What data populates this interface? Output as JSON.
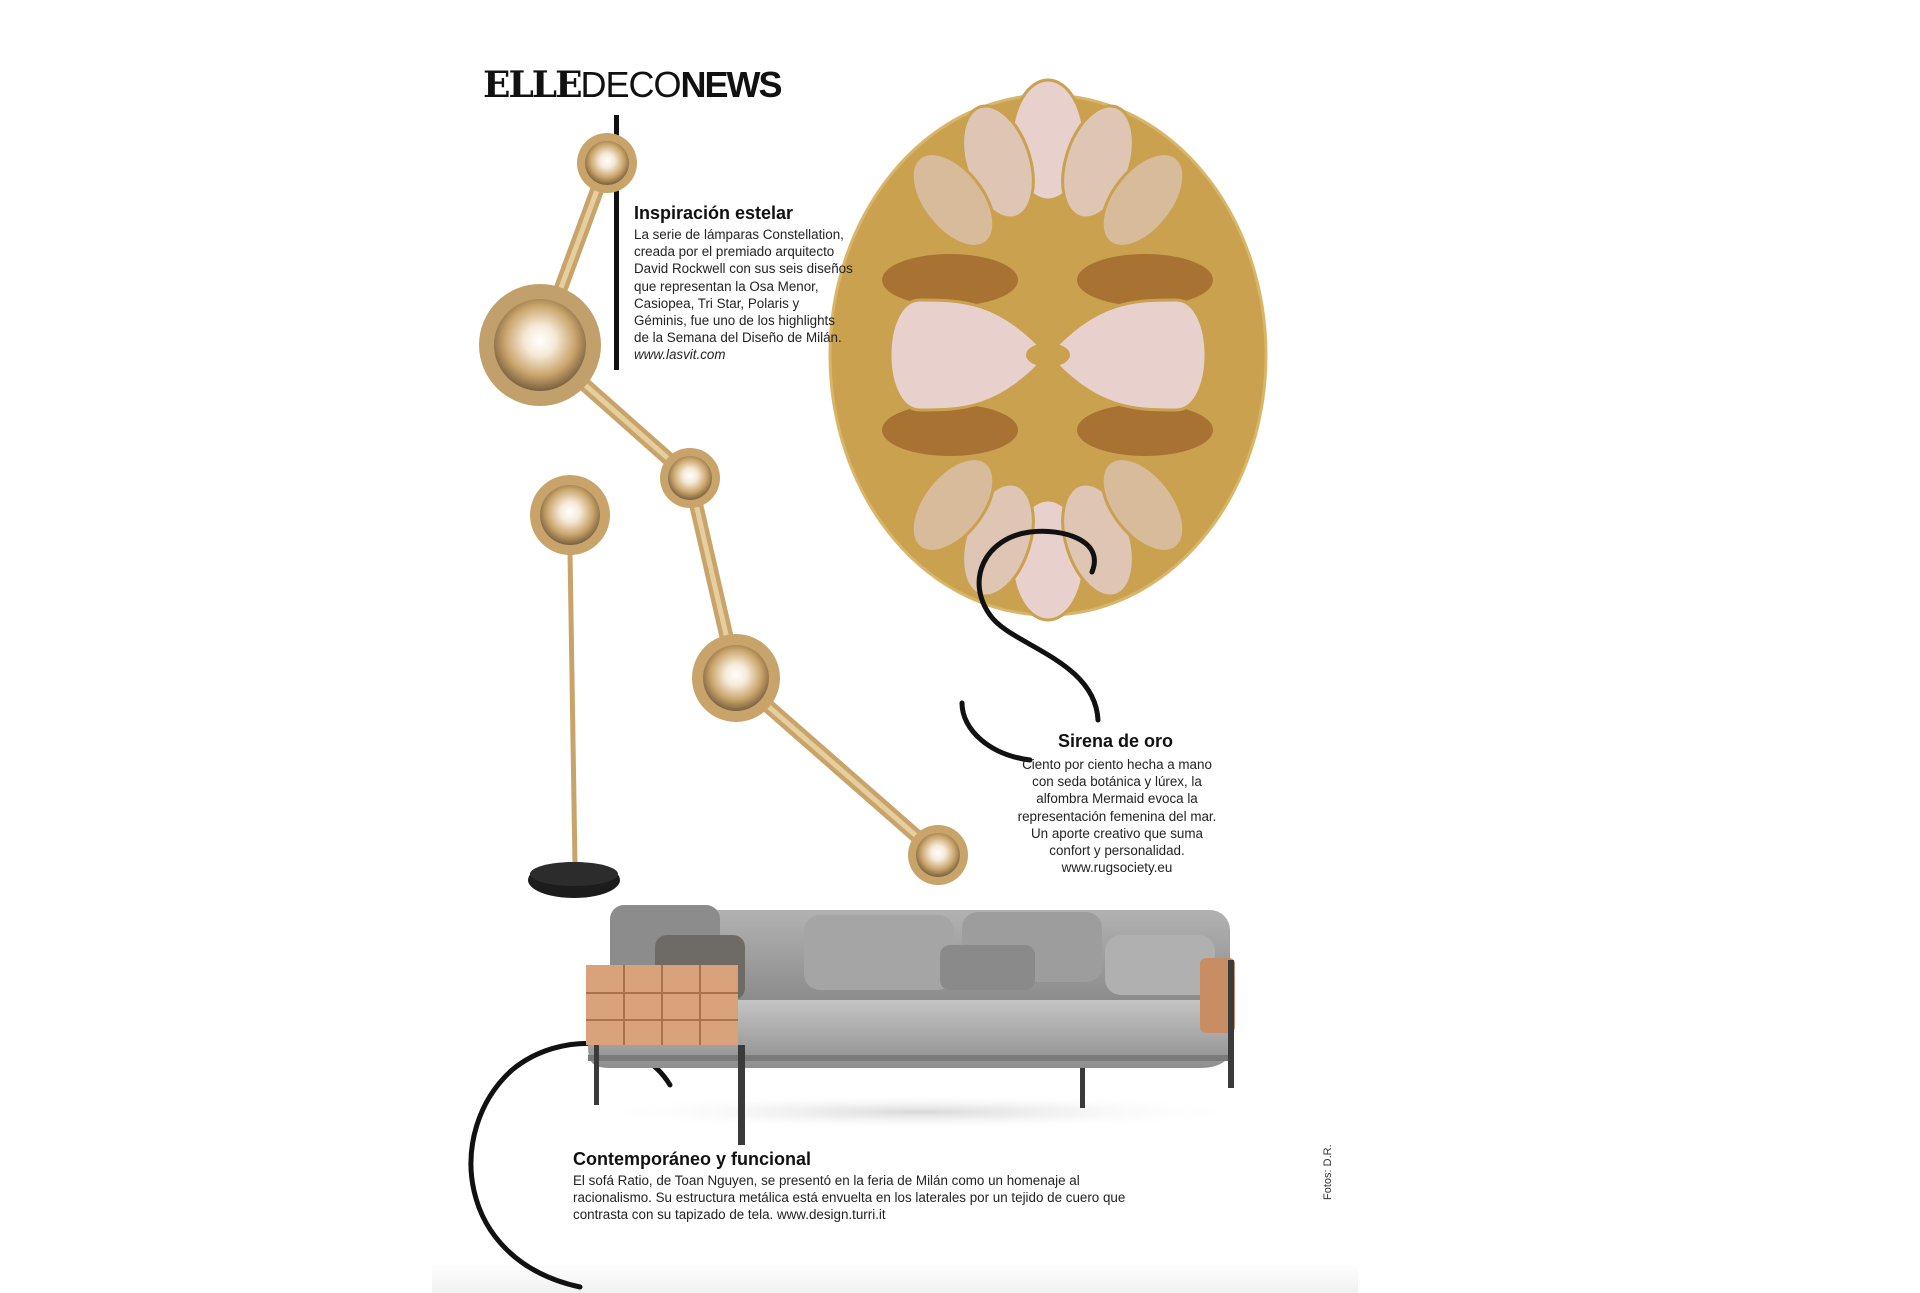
{
  "masthead": {
    "elle": "ELLE",
    "deco": "DECO",
    "news": "NEWS"
  },
  "articles": {
    "stellar": {
      "title": "Inspiración estelar",
      "lines": [
        "La serie de lámparas Constellation,",
        "creada por el premiado arquitecto",
        "David Rockwell con sus seis diseños",
        "que representan la Osa Menor,",
        "Casiopea, Tri Star, Polaris y",
        "Géminis, fue uno de los highlights",
        "de la Semana del Diseño de Milán.",
        "www.lasvit.com"
      ]
    },
    "siren": {
      "title": "Sirena de oro",
      "lines": [
        "Ciento por ciento hecha a mano",
        "con seda botánica y lúrex, la",
        "alfombra Mermaid evoca la",
        "representación femenina del mar.",
        "Un aporte creativo que suma",
        "confort y personalidad.",
        "www.rugsociety.eu"
      ]
    },
    "contemporary": {
      "title": "Contemporáneo y funcional",
      "lines": [
        "El sofá Ratio, de Toan Nguyen, se presentó en la feria de Milán como un homenaje al",
        "racionalismo. Su estructura metálica está envuelta en los laterales por un tejido de cuero que",
        "contrasta con su tapizado de tela. www.design.turri.it"
      ]
    }
  },
  "photo_credit": "Fotos: D.R.",
  "colors": {
    "brass": "#c9a46a",
    "pink": "#e8cfc8",
    "gold": "#c99a48",
    "grey_fabric": "#9c9c9c",
    "leather": "#d9a27a"
  },
  "icons": [
    "letter-s-decoration-icon",
    "letter-c-decoration-icon"
  ]
}
